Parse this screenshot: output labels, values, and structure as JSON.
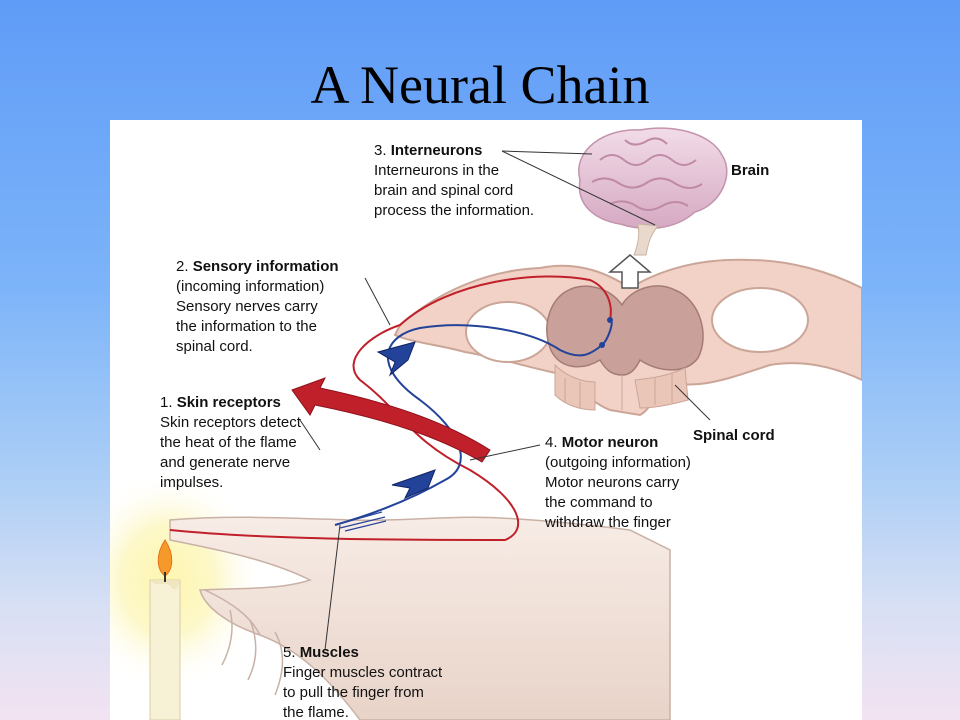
{
  "slide": {
    "title": "A Neural Chain"
  },
  "structures": {
    "brain": "Brain",
    "spinal_cord": "Spinal cord"
  },
  "steps": [
    {
      "num": "3.",
      "heading": "Interneurons",
      "lines": [
        "Interneurons in the",
        "brain and spinal cord",
        "process the information."
      ]
    },
    {
      "num": "2.",
      "heading": "Sensory information",
      "lines": [
        "(incoming information)",
        "Sensory nerves carry",
        "the information to the",
        "spinal cord."
      ]
    },
    {
      "num": "1.",
      "heading": "Skin receptors",
      "lines": [
        "Skin receptors detect",
        "the heat of the flame",
        "and generate nerve",
        "impulses."
      ]
    },
    {
      "num": "4.",
      "heading": "Motor neuron",
      "lines": [
        "(outgoing information)",
        "Motor neurons carry",
        "the command to",
        "withdraw the finger"
      ]
    },
    {
      "num": "5.",
      "heading": "Muscles",
      "lines": [
        "Finger muscles contract",
        "to pull the finger from",
        "the flame."
      ]
    }
  ],
  "colors": {
    "background_top": "#5f9cf7",
    "background_bottom": "#f2e3f2",
    "sensory_arrow": "#c0202a",
    "motor_arrow": "#23429a",
    "tissue": "#f2d2c6",
    "brain": "#e7c4d6"
  }
}
